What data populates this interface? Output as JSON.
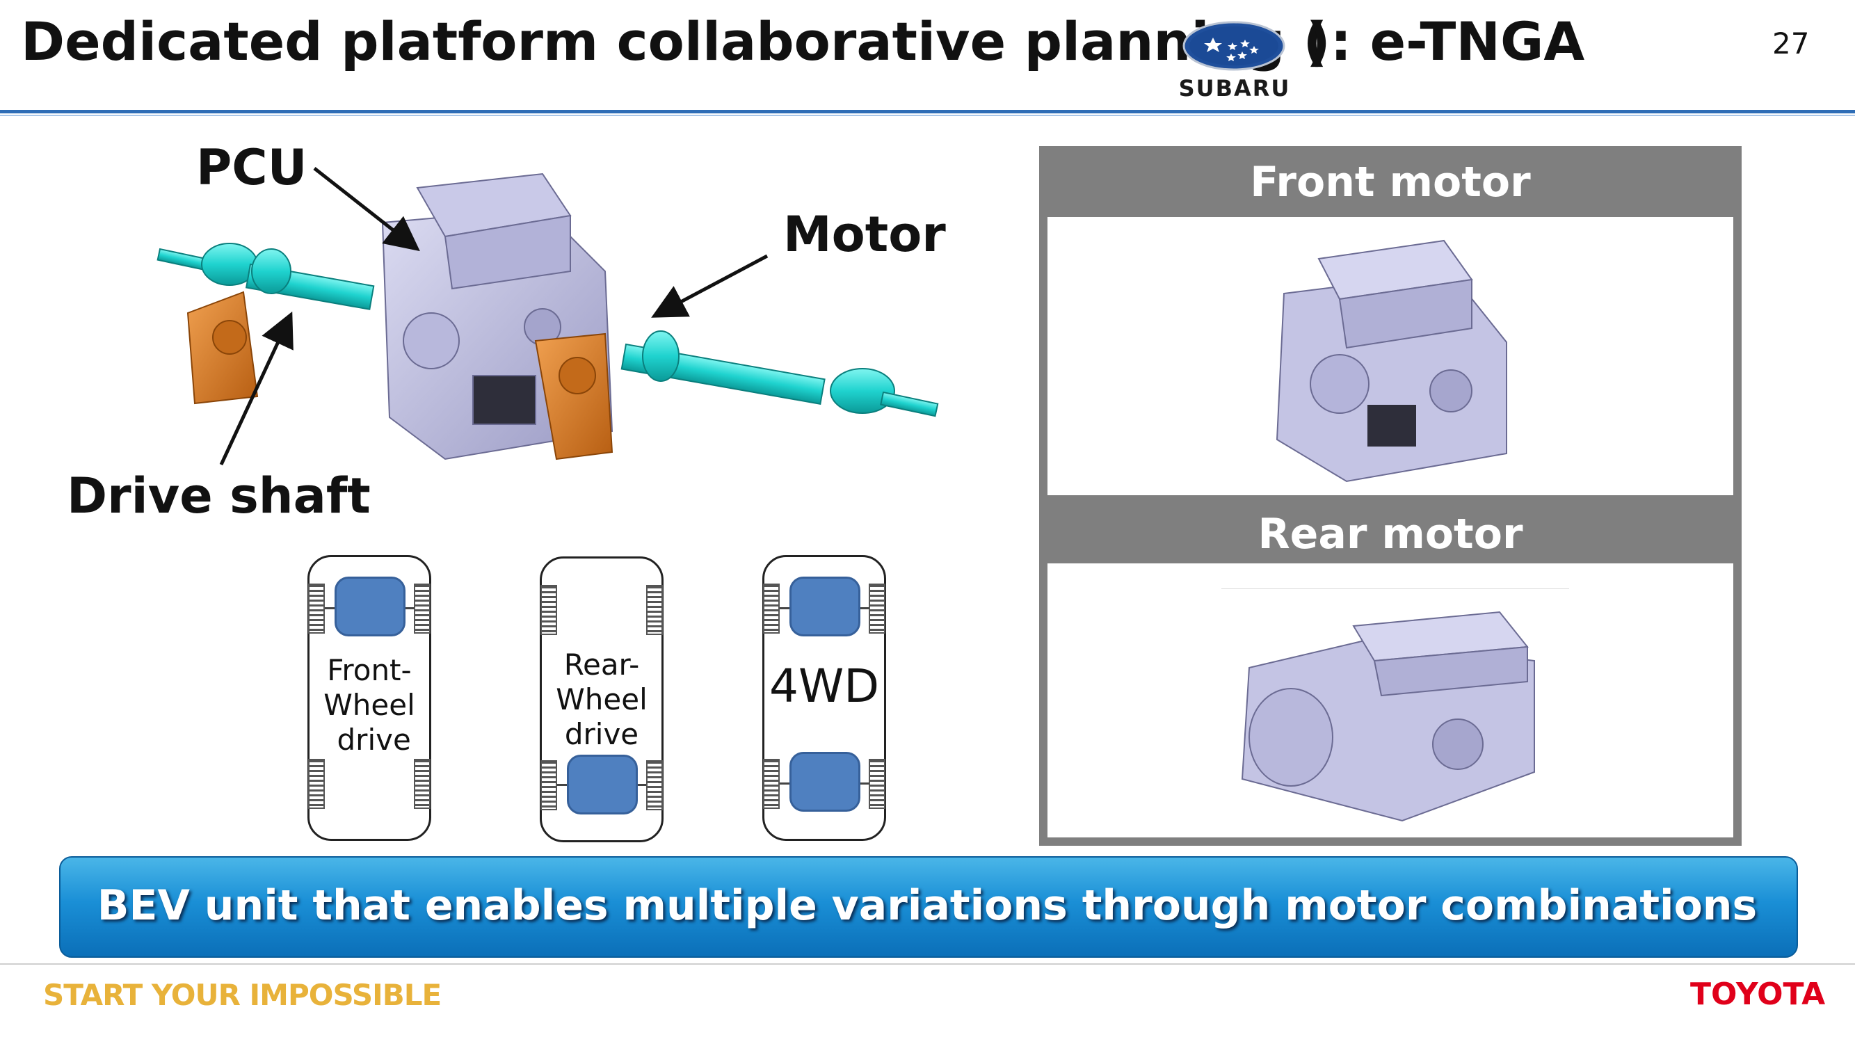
{
  "header": {
    "title": "Dedicated platform collaborative planning (",
    "title_suffix": "): e-TNGA",
    "logo_text": "SUBARU",
    "page_number": "27"
  },
  "labels": {
    "pcu": "PCU",
    "motor": "Motor",
    "drive_shaft": "Drive shaft"
  },
  "drive_layouts": [
    {
      "text": "Front-\nWheel\n drive"
    },
    {
      "text": "Rear-\nWheel\ndrive"
    },
    {
      "text": "4WD"
    }
  ],
  "panel": {
    "front_title": "Front motor",
    "rear_title": "Rear motor"
  },
  "banner": "BEV unit that enables multiple variations through motor combinations",
  "footer": {
    "slogan": "START YOUR IMPOSSIBLE",
    "brand": "TOYOTA"
  },
  "colors": {
    "header_rule": "#2e6db6",
    "banner": "#1a8fd6",
    "motor_block": "#4f80c0",
    "panel_gray": "#7f7f7f",
    "slogan": "#e8b23a",
    "brand": "#e0001a"
  }
}
